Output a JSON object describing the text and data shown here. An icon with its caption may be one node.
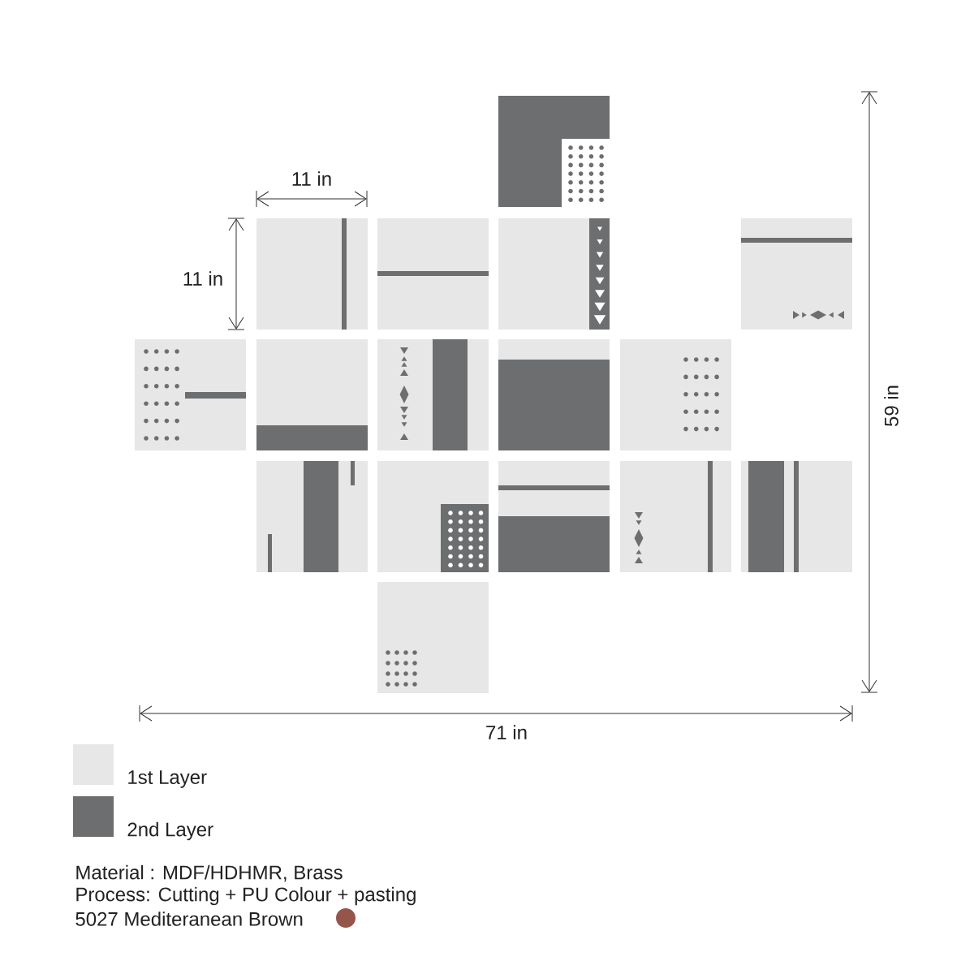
{
  "diagram": {
    "labels": [
      "11 in",
      "11 in",
      "59 in",
      "71 in",
      "Material : MDF/HDHMR, Brass",
      "Process: Cutting + PU Colour + pasting",
      "5027 Mediteranean  Brown"
    ],
    "legend": [
      {
        "text": "1st Layer",
        "color": "#e6e7e6"
      },
      {
        "text": "2nd Layer",
        "color": "#6d6e70"
      }
    ]
  }
}
